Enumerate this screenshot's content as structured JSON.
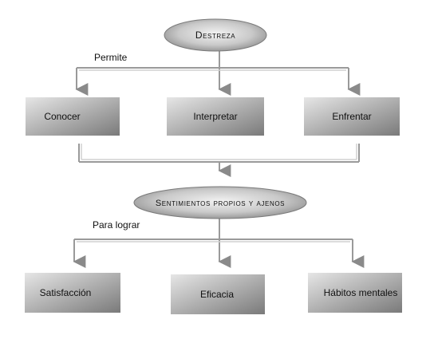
{
  "nodes": {
    "top": {
      "label": "Destreza"
    },
    "middle": {
      "label": "Sentimientos propios y ajenos"
    },
    "row1": [
      "Conocer",
      "Interpretar",
      "Enfrentar"
    ],
    "row2": [
      "Satisfacción",
      "Eficacia",
      "Hábitos mentales"
    ]
  },
  "edge_labels": {
    "permite": "Permite",
    "para_lograr": "Para lograr"
  }
}
